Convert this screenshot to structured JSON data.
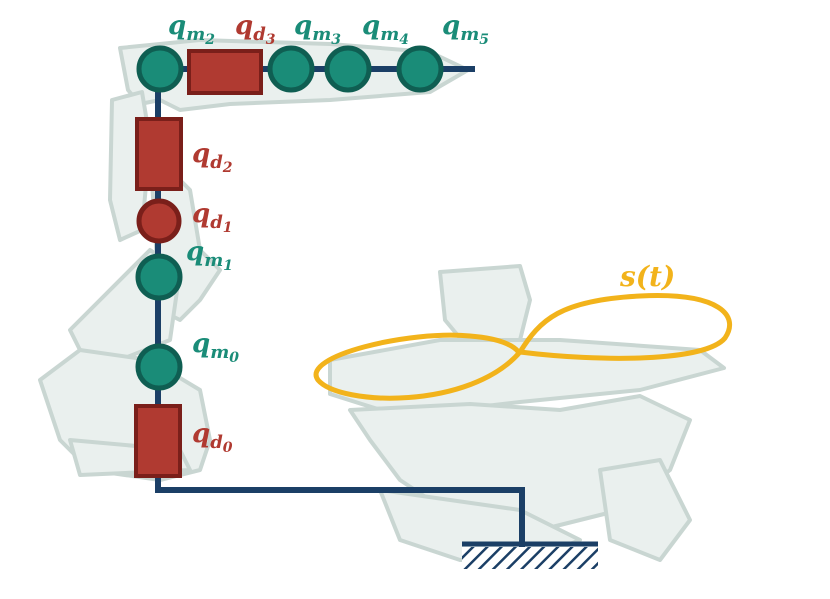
{
  "colors": {
    "link": "#1b3f66",
    "motor": "#1a8c78",
    "motor_stroke": "#0f5e52",
    "damper": "#b03a31",
    "damper_stroke": "#7a1f1a",
    "trajectory": "#f2b31b",
    "ghost": "#c9d6d2",
    "ghost_fill": "#eaf0ee"
  },
  "labels": {
    "q_m2": {
      "base": "q",
      "sub": "m",
      "subsub": "2"
    },
    "q_d3": {
      "base": "q",
      "sub": "d",
      "subsub": "3"
    },
    "q_m3": {
      "base": "q",
      "sub": "m",
      "subsub": "3"
    },
    "q_m4": {
      "base": "q",
      "sub": "m",
      "subsub": "4"
    },
    "q_m5": {
      "base": "q",
      "sub": "m",
      "subsub": "5"
    },
    "q_d2": {
      "base": "q",
      "sub": "d",
      "subsub": "2"
    },
    "q_d1": {
      "base": "q",
      "sub": "d",
      "subsub": "1"
    },
    "q_m1": {
      "base": "q",
      "sub": "m",
      "subsub": "1"
    },
    "q_m0": {
      "base": "q",
      "sub": "m",
      "subsub": "0"
    },
    "q_d0": {
      "base": "q",
      "sub": "d",
      "subsub": "0"
    }
  },
  "trajectory_label": "s(t)",
  "icons": {
    "ground": "hatched-ground-icon",
    "robot": "robot-arm-silhouette-icon",
    "table": "positioner-table-silhouette-icon"
  }
}
